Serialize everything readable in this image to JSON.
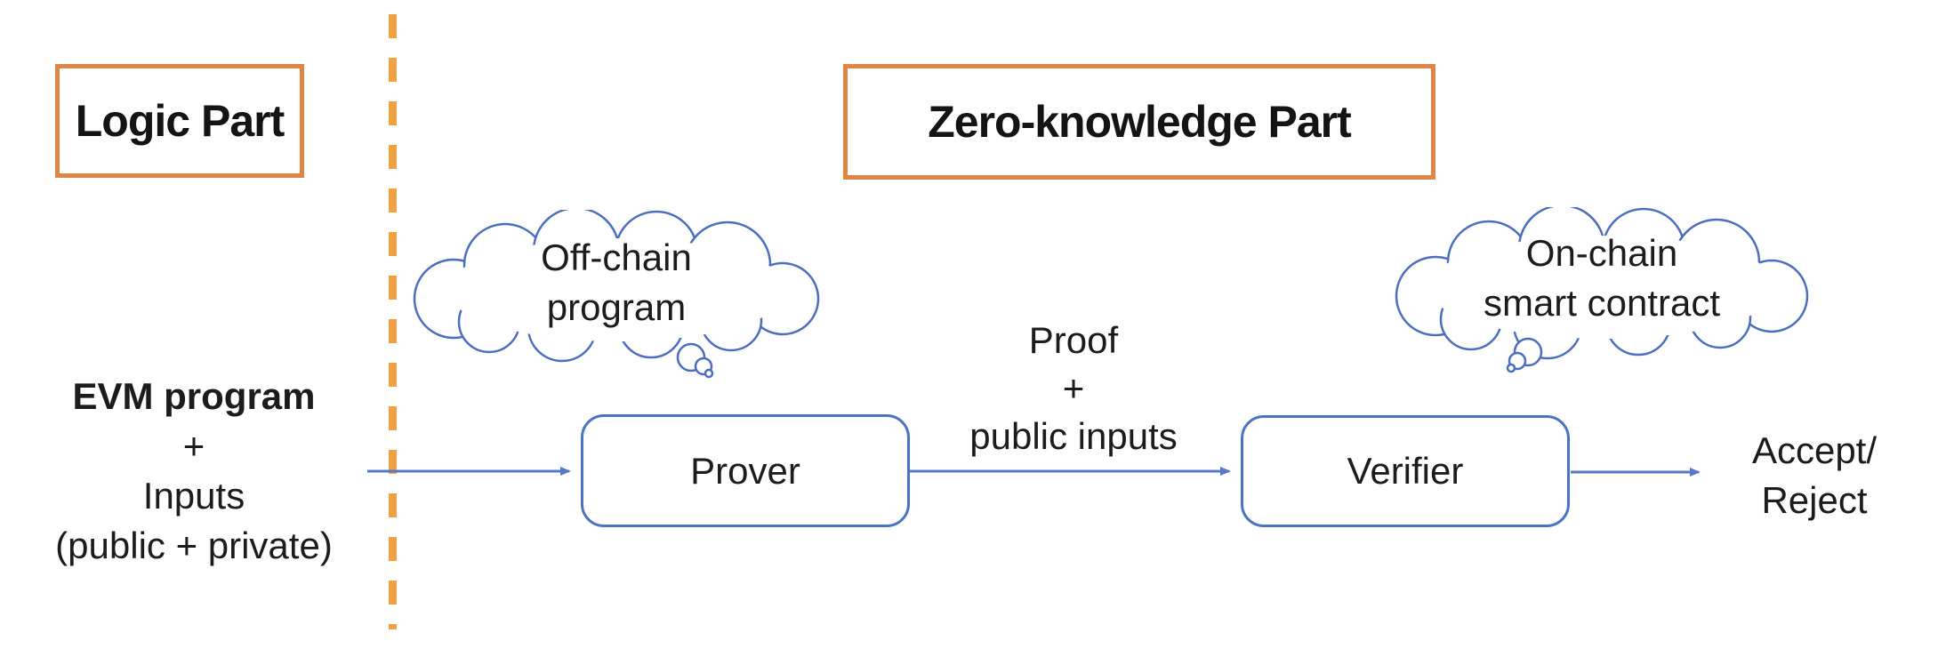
{
  "diagram": {
    "sections": {
      "logic": {
        "label": "Logic Part"
      },
      "zero_knowledge": {
        "label": "Zero-knowledge Part"
      }
    },
    "clouds": {
      "off_chain": {
        "line1": "Off-chain",
        "line2": "program"
      },
      "on_chain": {
        "line1": "On-chain",
        "line2": "smart contract"
      }
    },
    "nodes": {
      "prover": {
        "label": "Prover"
      },
      "verifier": {
        "label": "Verifier"
      }
    },
    "labels": {
      "input": {
        "line1": "EVM program",
        "line2": "+",
        "line3": "Inputs",
        "line4": "(public + private)"
      },
      "proof": {
        "line1": "Proof",
        "line2": "+",
        "line3": "public inputs"
      },
      "output": {
        "line1": "Accept/",
        "line2": "Reject"
      }
    },
    "colors": {
      "section_border_orange": "#E08546",
      "divider_dash_orange": "#F0A143",
      "process_border_blue": "#4C72C4",
      "arrow_blue": "#5577C8",
      "cloud_stroke_blue": "#4D6EBE",
      "text": "#1C1C1C"
    }
  }
}
